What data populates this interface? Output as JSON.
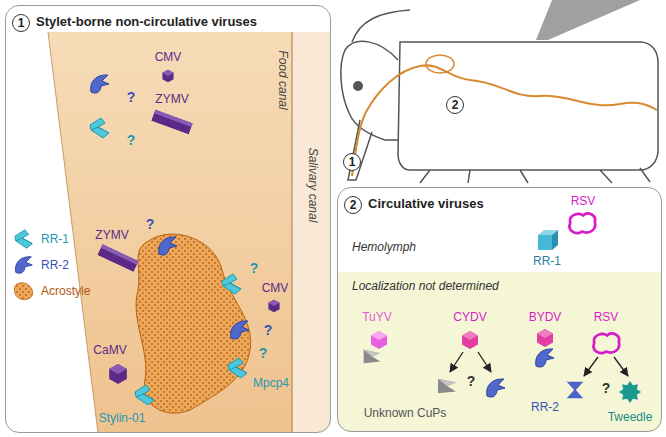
{
  "diagram": {
    "nodes": [
      {
        "text": [
          "Stylet-borne non-circulative viruses"
        ]
      },
      {
        "text": [
          "1"
        ],
        "in": 0
      },
      {
        "text": [
          "1"
        ]
      },
      {
        "text": [
          "2"
        ]
      },
      {
        "text": [
          "Circulative viruses"
        ]
      },
      {
        "text": [
          "2"
        ],
        "in": 4
      },
      {
        "text": [
          "Hemolymph"
        ],
        "in": 4
      },
      {
        "text": [
          "Localization not determined"
        ],
        "in": 4
      }
    ],
    "labels": [
      "Food canal",
      "Salivary canal",
      "CMV",
      "ZYMV",
      "?",
      "?",
      "ZYMV",
      "?",
      "?",
      "?",
      "CMV",
      "?",
      "Mpcp4",
      "CaMV",
      "Stylin-01",
      "RSV",
      "RR-1",
      "TuYV",
      "CYDV",
      "?",
      "BYDV",
      "RSV",
      "?",
      "Unknown CuPs",
      "RR-2",
      "Tweedle"
    ],
    "legend": [
      {
        "text": "RR-1"
      },
      {
        "text": "RR-2"
      },
      {
        "text": "Acrostyle"
      }
    ]
  }
}
